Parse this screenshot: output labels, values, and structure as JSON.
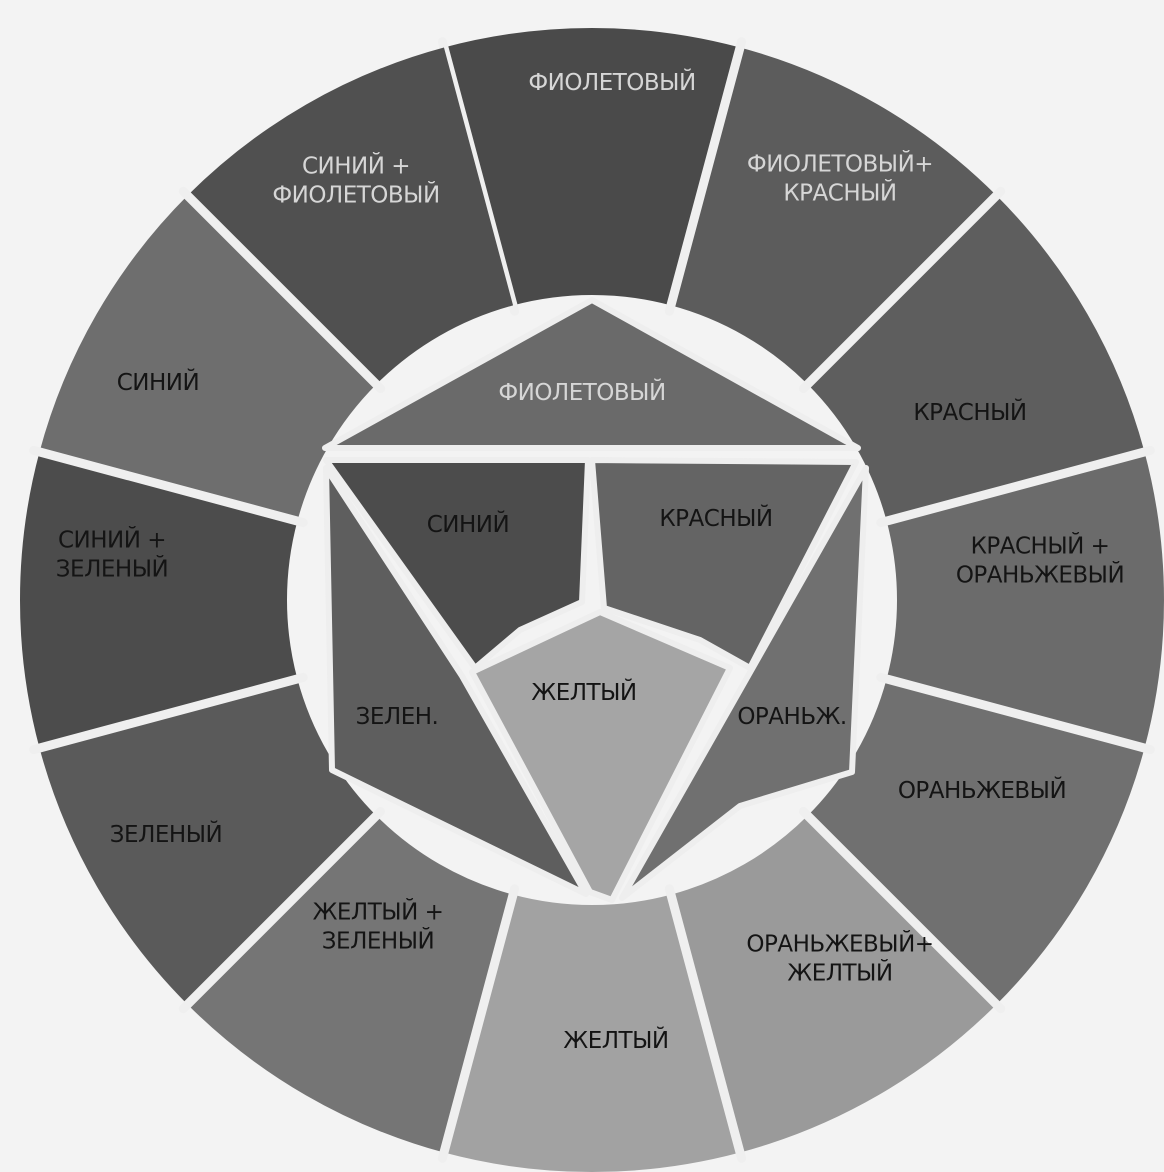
{
  "outer_ring": [
    {
      "id": "violet",
      "lines": [
        "ФИОЛЕТОВЫЙ"
      ],
      "shade": "#4a4a4a",
      "text_tone": "light"
    },
    {
      "id": "violet-red",
      "lines": [
        "ФИОЛЕТОВЫЙ+",
        "КРАСНЫЙ"
      ],
      "shade": "#5c5c5c",
      "text_tone": "light"
    },
    {
      "id": "red",
      "lines": [
        "КРАСНЫЙ"
      ],
      "shade": "#5e5e5e",
      "text_tone": "dark"
    },
    {
      "id": "red-orange",
      "lines": [
        "КРАСНЫЙ +",
        "ОРАНЬЖЕВЫЙ"
      ],
      "shade": "#6b6b6b",
      "text_tone": "dark"
    },
    {
      "id": "orange",
      "lines": [
        "ОРАНЬЖЕВЫЙ"
      ],
      "shade": "#707070",
      "text_tone": "dark"
    },
    {
      "id": "orange-yellow",
      "lines": [
        "ОРАНЬЖЕВЫЙ+",
        "ЖЕЛТЫЙ"
      ],
      "shade": "#9a9a9a",
      "text_tone": "dark"
    },
    {
      "id": "yellow",
      "lines": [
        "ЖЕЛТЫЙ"
      ],
      "shade": "#a2a2a2",
      "text_tone": "dark"
    },
    {
      "id": "yellow-green",
      "lines": [
        "ЖЕЛТЫЙ +",
        "ЗЕЛЕНЫЙ"
      ],
      "shade": "#757575",
      "text_tone": "dark"
    },
    {
      "id": "green",
      "lines": [
        "ЗЕЛЕНЫЙ"
      ],
      "shade": "#5a5a5a",
      "text_tone": "dark"
    },
    {
      "id": "blue-green",
      "lines": [
        "СИНИЙ +",
        "ЗЕЛЕНЫЙ"
      ],
      "shade": "#4c4c4c",
      "text_tone": "dark"
    },
    {
      "id": "blue",
      "lines": [
        "СИНИЙ"
      ],
      "shade": "#6e6e6e",
      "text_tone": "dark"
    },
    {
      "id": "blue-violet",
      "lines": [
        "СИНИЙ +",
        "ФИОЛЕТОВЫЙ"
      ],
      "shade": "#505050",
      "text_tone": "light"
    }
  ],
  "inner": {
    "top_triangle": {
      "lines": [
        "ФИОЛЕТОВЫЙ"
      ],
      "shade": "#6a6a6a",
      "text_tone": "light"
    },
    "blue": {
      "lines": [
        "СИНИЙ"
      ],
      "shade": "#4c4c4c",
      "text_tone": "dark"
    },
    "red": {
      "lines": [
        "КРАСНЫЙ"
      ],
      "shade": "#646464",
      "text_tone": "dark"
    },
    "yellow": {
      "lines": [
        "ЖЕЛТЫЙ"
      ],
      "shade": "#a5a5a5",
      "text_tone": "dark"
    },
    "green_sliver": {
      "lines": [
        "ЗЕЛЕН."
      ],
      "shade": "#5e5e5e",
      "text_tone": "dark"
    },
    "orange_sliver": {
      "lines": [
        "ОРАНЬЖ."
      ],
      "shade": "#707070",
      "text_tone": "dark"
    }
  },
  "colors": {
    "paper": "#f3f3f3",
    "gap": "#efefef",
    "label_dark": "#141414",
    "label_light": "#d6d6d6"
  }
}
